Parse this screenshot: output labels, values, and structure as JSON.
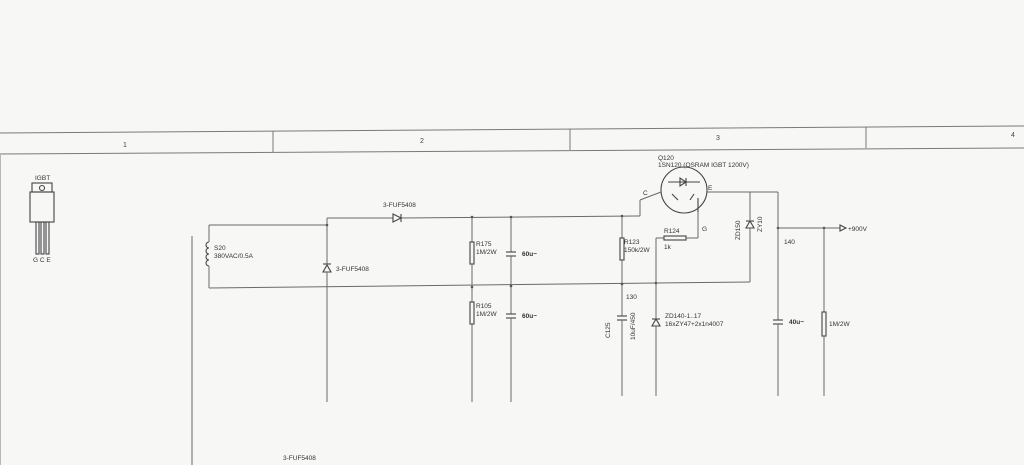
{
  "zones": [
    "1",
    "2",
    "3",
    "4"
  ],
  "igbt": {
    "title": "IGBT",
    "pins": "G C E"
  },
  "transformer": {
    "ref": "S20",
    "value": "380VAC/0.5A"
  },
  "diodes": {
    "d_top": "3-FUF5408",
    "d_vert": "3-FUF5408",
    "d_bottom": "3-FUF5408"
  },
  "resistors": {
    "r175_ref": "R175",
    "r175_val": "1M/2W",
    "r105_ref": "R105",
    "r105_val": "1M/2W",
    "r123_ref": "R123",
    "r123_val": "150k/2W",
    "r124_ref": "R124",
    "r124_val": "1k",
    "rout_val": "1M/2W"
  },
  "capacitors": {
    "c1_val": "60u~",
    "c2_val": "60u~",
    "c125_ref": "C125",
    "c125_val": "10uF/450",
    "c_out_val": "40u~"
  },
  "transistor": {
    "ref": "Q120",
    "part": "1SN120 (OSRAM IGBT 1200V)",
    "pin_c": "C",
    "pin_e": "E",
    "pin_g": "G"
  },
  "zeners": {
    "zd140_ref": "ZD140-1..17",
    "zd140_val": "16xZY47+2x1n4007",
    "zd150_ref": "ZD150",
    "zd150_val": "ZY10"
  },
  "nodes": {
    "n130": "130",
    "n140": "140"
  },
  "output": {
    "label": "+900V"
  }
}
